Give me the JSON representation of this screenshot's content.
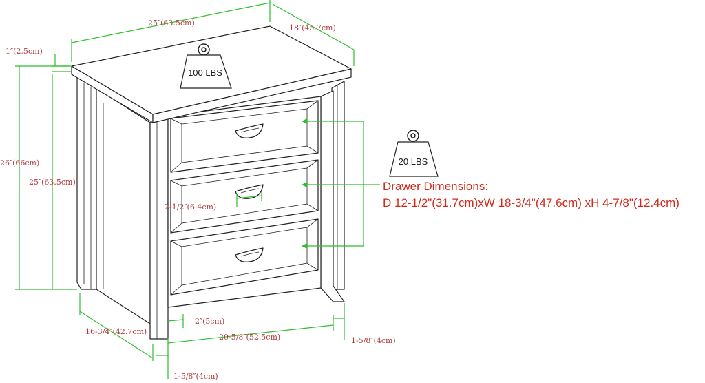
{
  "weights": {
    "top": "100 LBS",
    "drawer": "20 LBS"
  },
  "drawer_info": {
    "title": "Drawer Dimensions:",
    "detail": "D 12-1/2\"(31.7cm)xW 18-3/4\"(47.6cm) xH 4-7/8\"(12.4cm)"
  },
  "dimensions": {
    "width_top": "25″(63.5cm)",
    "depth_top": "18″(45.7cm)",
    "top_thickness": "1″(2.5cm)",
    "overall_height": "26″(66cm)",
    "body_height": "25″(63.5cm)",
    "handle_spacing": "2-1/2″(6.4cm)",
    "side_depth": "16-3/4″(42.7cm)",
    "leg_clearance": "2″(5cm)",
    "inner_width": "20-5/8″(52.5cm)",
    "leg_right": "1-5/8″(4cm)",
    "leg_left": "1-5/8″(4cm)"
  }
}
